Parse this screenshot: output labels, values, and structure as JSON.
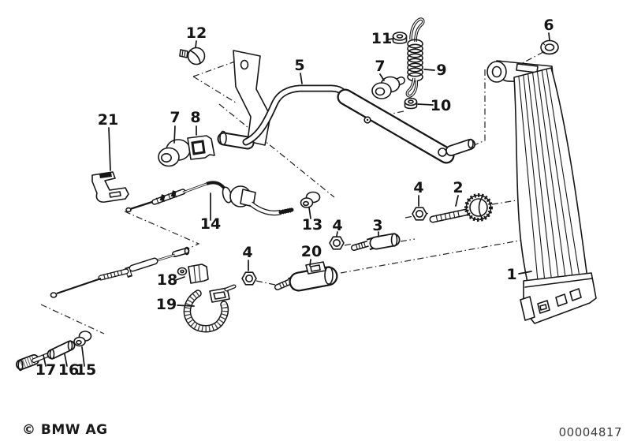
{
  "page": {
    "background": "#ffffff",
    "ink": "#161616",
    "type": "exploded-parts-diagram",
    "subject": "accelerator pedal / throttle linkage"
  },
  "footer": {
    "copyright": "© BMW AG",
    "image_number": "00004817"
  },
  "callouts": [
    {
      "label": "1"
    },
    {
      "label": "2"
    },
    {
      "label": "3"
    },
    {
      "label": "4"
    },
    {
      "label": "4"
    },
    {
      "label": "4"
    },
    {
      "label": "5"
    },
    {
      "label": "6"
    },
    {
      "label": "7"
    },
    {
      "label": "7"
    },
    {
      "label": "8"
    },
    {
      "label": "9"
    },
    {
      "label": "10"
    },
    {
      "label": "11"
    },
    {
      "label": "12"
    },
    {
      "label": "13"
    },
    {
      "label": "14"
    },
    {
      "label": "15"
    },
    {
      "label": "16"
    },
    {
      "label": "17"
    },
    {
      "label": "18"
    },
    {
      "label": "19"
    },
    {
      "label": "20"
    },
    {
      "label": "21"
    }
  ]
}
